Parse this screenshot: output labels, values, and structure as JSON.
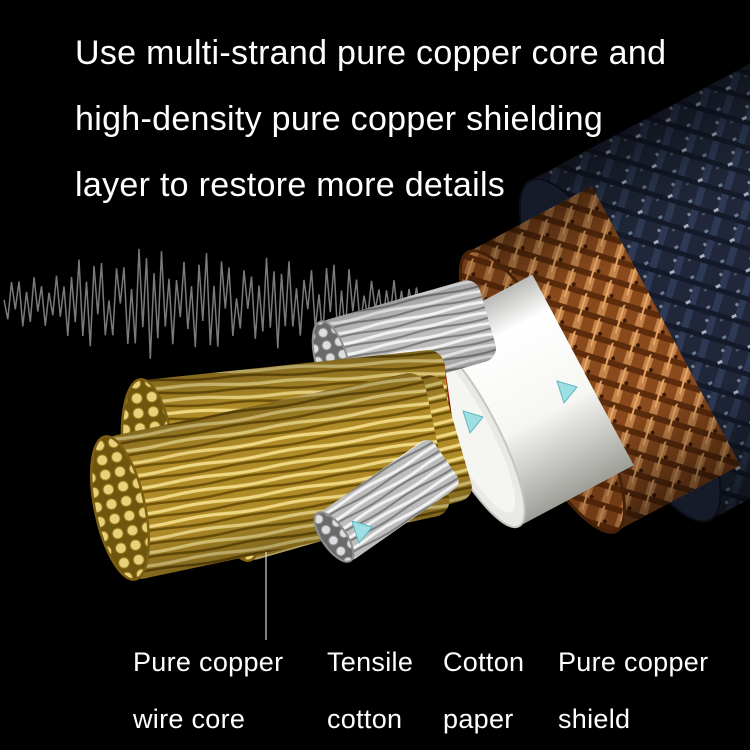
{
  "heading": {
    "lines": [
      "Use multi-strand pure copper core and",
      "high-density pure copper shielding",
      "layer to restore more details"
    ]
  },
  "callouts": [
    {
      "line1": "Pure copper",
      "line2": "wire core"
    },
    {
      "line1": "Tensile",
      "line2": "cotton"
    },
    {
      "line1": "Cotton",
      "line2": "paper"
    },
    {
      "line1": "Pure copper",
      "line2": "shield"
    }
  ],
  "colors": {
    "background": "#000000",
    "text": "#ffffff",
    "pointer_arrow": "#9edfe4",
    "waveform_gray": "#8f8f8f",
    "copper_shield": "#b87333",
    "copper_wire_gold": "#d9b545",
    "cotton_paper_white": "#ececec",
    "red_wire": "#a81f0e",
    "outer_jacket": "#20273a"
  }
}
